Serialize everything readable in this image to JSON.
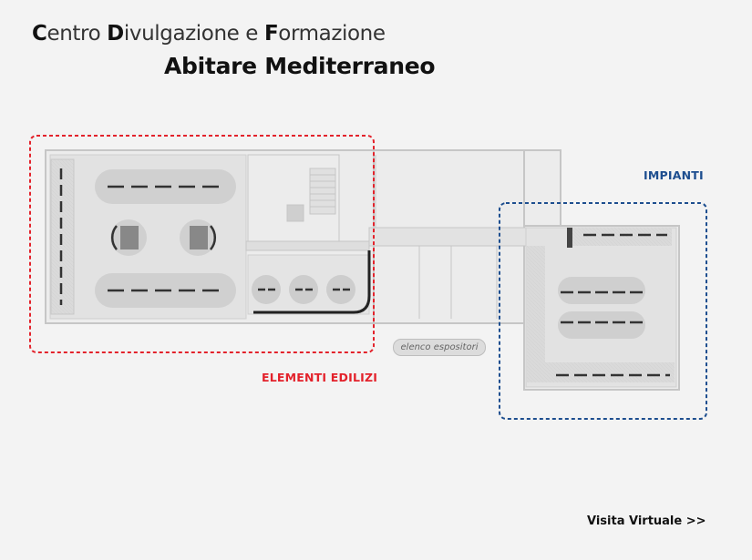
{
  "header": {
    "line1_c": "C",
    "line1_a": "entro ",
    "line1_d": "D",
    "line1_b": "ivulgazione e ",
    "line1_f": "F",
    "line1_c2": "ormazione",
    "line2": "Abitare Mediterraneo"
  },
  "zones": {
    "elementi_edilizi": "ELEMENTI EDILIZI",
    "impianti": "IMPIANTI"
  },
  "legend_button": "elenco espositori",
  "visit_link": "Visita Virtuale >>",
  "colors": {
    "red_zone": "#e3222b",
    "blue_zone": "#1d4e8f"
  }
}
